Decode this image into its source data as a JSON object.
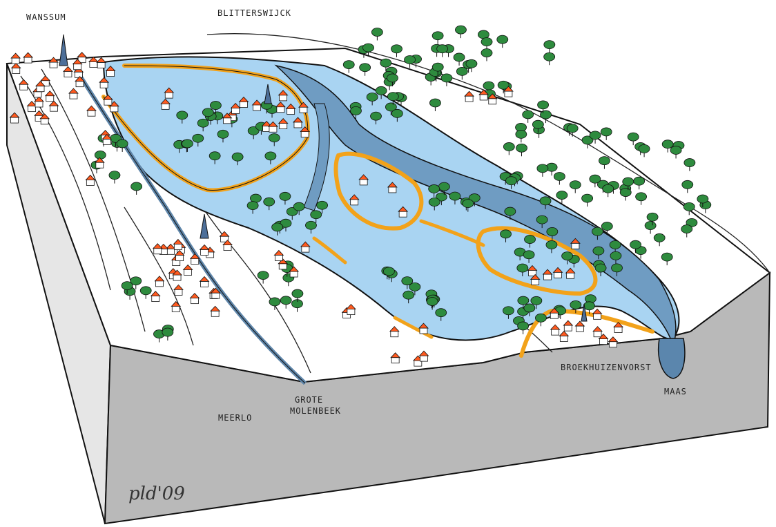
{
  "labels": {
    "wanssum": "WANSSUM",
    "blitterswijck": "BLITTERSWIJCK",
    "broekhuizenvorst": "BROEKHUIZENVORST",
    "maas": "MAAS",
    "meerlo": "MEERLO",
    "grote": "GROTE",
    "molenbeek": "MOLENBEEK",
    "signature": "pld'09"
  },
  "colors": {
    "ground_side": "#b9b9b9",
    "ground_left": "#e6e6e6",
    "water_light": "#a9d4f2",
    "water_dark": "#6f9cc2",
    "dike": "#f2a21a",
    "tree": "#2e8b3e",
    "roof": "#ff5a1f",
    "church": "#4d6f99"
  }
}
